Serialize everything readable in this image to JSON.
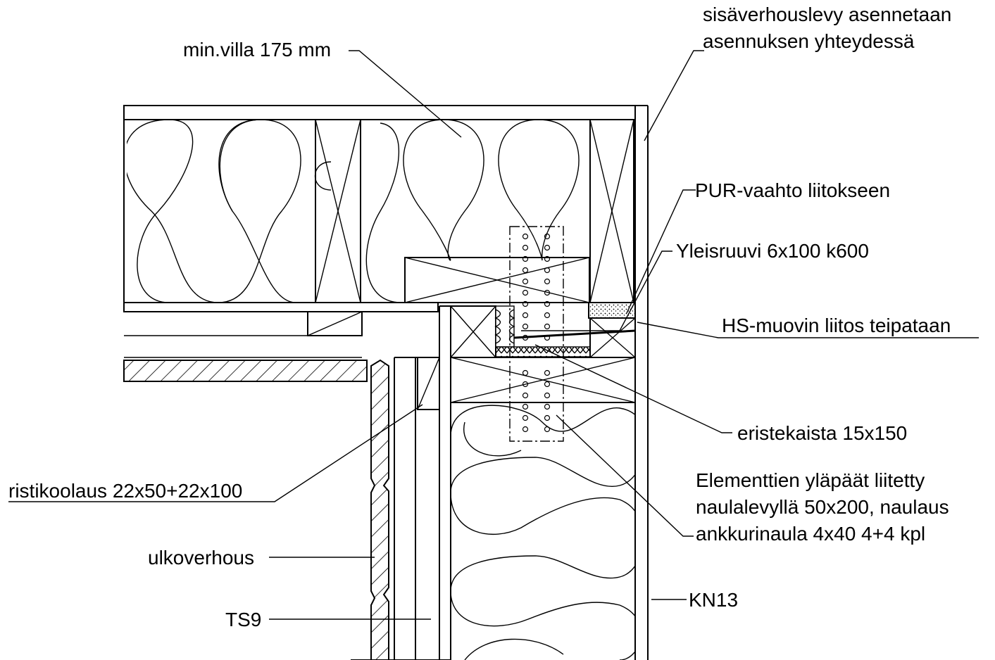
{
  "labels": {
    "min_villa": "min.villa 175 mm",
    "sisaverhous_1": "sisäverhouslevy asennetaan",
    "sisaverhous_2": "asennuksen yhteydessä",
    "pur": "PUR-vaahto liitokseen",
    "yleisruuvi": "Yleisruuvi 6x100 k600",
    "hs_muovi": "HS-muovin liitos teipataan",
    "eristekaista": "eristekaista 15x150",
    "elementtien_1": "Elementtien yläpäät liitetty",
    "elementtien_2": "naulalevyllä 50x200, naulaus",
    "elementtien_3": "ankkurinaula 4x40 4+4 kpl",
    "ristikoolaus": "ristikoolaus 22x50+22x100",
    "ulkoverhous": "ulkoverhous",
    "ts9": "TS9",
    "kn13": "KN13"
  }
}
